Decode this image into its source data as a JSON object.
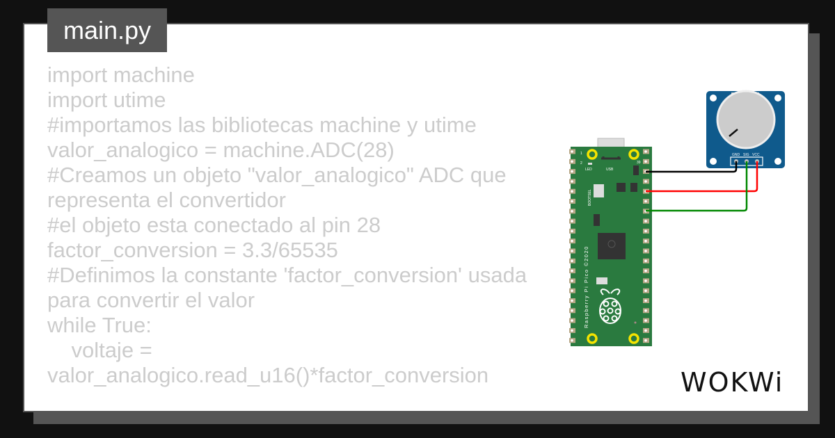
{
  "file_tab": "main.py",
  "code_lines": [
    "import machine",
    "import utime",
    "#importamos las bibliotecas machine y utime",
    "valor_analogico = machine.ADC(28)",
    "#Creamos un objeto \"valor_analogico\" ADC que representa el convertidor",
    "#el objeto esta conectado al pin 28",
    "factor_conversion = 3.3/65535",
    "#Definimos la constante 'factor_conversion' usada para convertir el valor",
    "while True:",
    "    voltaje = valor_analogico.read_u16()*factor_conversion"
  ],
  "pico": {
    "led": "LED",
    "usb": "USB",
    "bootsel": "BOOTSEL",
    "pin1": "1",
    "pin2": "2",
    "pin39": "39",
    "silk": "Raspberry Pi Pico ©2020"
  },
  "potentiometer": {
    "pins": [
      "GND",
      "SIG",
      "VCC"
    ]
  },
  "wires": {
    "gnd": "#000000",
    "vcc": "#ff0000",
    "sig": "#008800"
  },
  "colors": {
    "pcb": "#2a7a3f",
    "pot_board": "#0f5a8c"
  },
  "logo": "WOKWi"
}
